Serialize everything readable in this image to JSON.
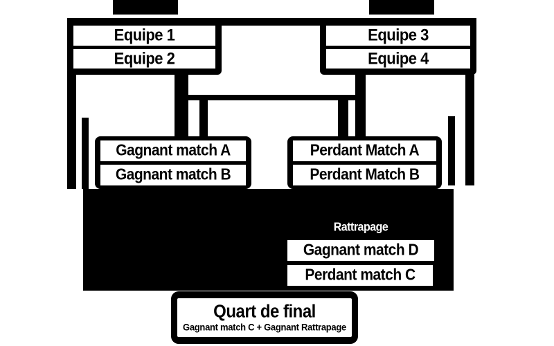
{
  "colors": {
    "ink": "#000000",
    "paper": "#ffffff"
  },
  "pools": {
    "left": {
      "teams": [
        "Equipe 1",
        "Equipe 2"
      ]
    },
    "right": {
      "teams": [
        "Equipe 3",
        "Equipe 4"
      ]
    }
  },
  "semis": {
    "winners": {
      "rows": [
        "Gagnant match A",
        "Gagnant match B"
      ]
    },
    "losers": {
      "rows": [
        "Perdant Match A",
        "Perdant Match B"
      ]
    }
  },
  "repechage": {
    "title": "Rattrapage",
    "rows": [
      "Gagnant match D",
      "Perdant match C"
    ]
  },
  "final": {
    "title": "Quart de final",
    "subtitle": "Gagnant match C + Gagnant Rattrapage"
  }
}
